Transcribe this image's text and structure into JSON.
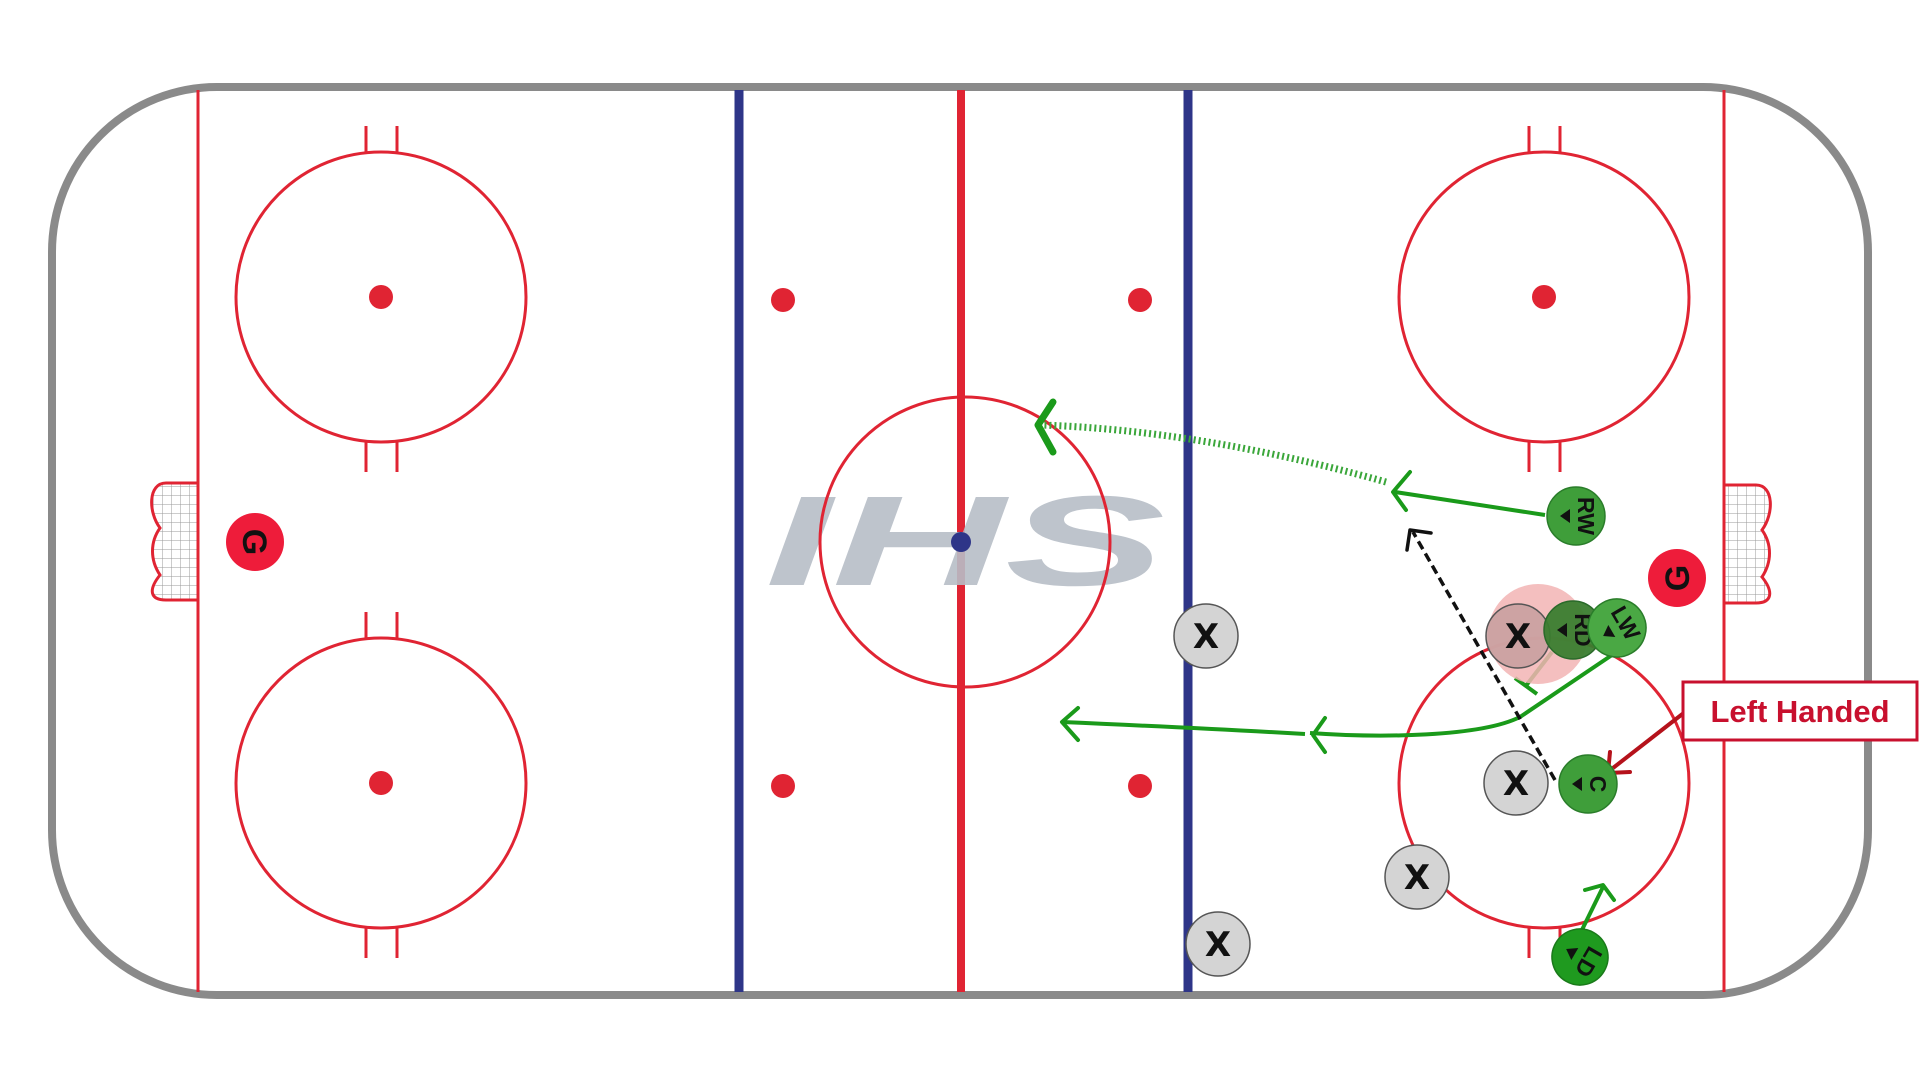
{
  "diagram": {
    "watermark": "IHS",
    "callout": "Left Handed",
    "goalies": [
      {
        "id": "left",
        "label": "G"
      },
      {
        "id": "right",
        "label": "G"
      }
    ],
    "attackers": [
      {
        "id": "rw",
        "label": "RW"
      },
      {
        "id": "rd",
        "label": "RD"
      },
      {
        "id": "lw",
        "label": "LW"
      },
      {
        "id": "c",
        "label": "C"
      },
      {
        "id": "ld",
        "label": "LD"
      }
    ],
    "defenders": [
      {
        "id": "x1",
        "label": "X"
      },
      {
        "id": "x2",
        "label": "X"
      },
      {
        "id": "x3",
        "label": "X"
      },
      {
        "id": "x4",
        "label": "X"
      },
      {
        "id": "x5",
        "label": "X"
      }
    ]
  },
  "colors": {
    "board": "#8a8a8a",
    "red_line": "#e02433",
    "blue_line": "#2e3588",
    "attacker": "#3f9e3a",
    "attacker_dark": "#2a7d2a",
    "skate_path": "#1a9a1a",
    "pass_line": "#111111",
    "defender_fill": "#d4d4d4",
    "highlight": "#f2b4b4",
    "callout": "#c8102e"
  }
}
